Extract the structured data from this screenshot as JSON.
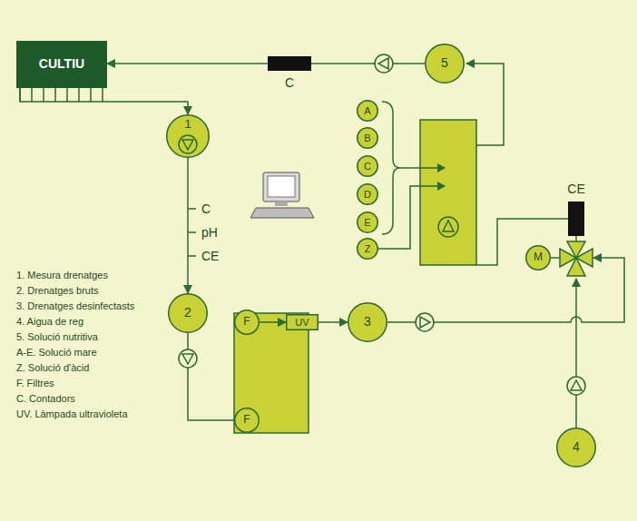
{
  "diagram": {
    "nodes": [
      {
        "text": [
          "CULTIU"
        ]
      },
      {
        "text": [
          "1"
        ]
      },
      {
        "text": [
          "2"
        ]
      },
      {
        "text": [
          "F"
        ]
      },
      {
        "text": [
          "F"
        ]
      },
      {
        "text": [
          "UV"
        ]
      },
      {
        "text": [
          "3"
        ]
      },
      {
        "text": [
          "4"
        ]
      },
      {
        "text": [
          "5"
        ]
      },
      {
        "text": [
          "M"
        ]
      },
      {
        "text": [
          "A"
        ]
      },
      {
        "text": [
          "B"
        ]
      },
      {
        "text": [
          "C"
        ]
      },
      {
        "text": [
          "D"
        ]
      },
      {
        "text": [
          "E"
        ]
      },
      {
        "text": [
          "Z"
        ]
      }
    ],
    "edges": [
      {
        "from": 0,
        "to": 1,
        "arrow": "to"
      },
      {
        "from": 1,
        "to": 2,
        "arrow": "to"
      },
      {
        "from": 2,
        "to": 4,
        "arrow": "none"
      },
      {
        "from": 3,
        "to": 5,
        "arrow": "to"
      },
      {
        "from": 5,
        "to": 6,
        "arrow": "to"
      },
      {
        "from": 8,
        "to": 0,
        "arrow": "to"
      }
    ],
    "labels": [
      "C",
      "CE",
      "C",
      "pH",
      "CE",
      "1. Mesura drenatges",
      "2. Drenatges bruts",
      "3. Drenatges desinfectasts",
      "4. Aigua de reg",
      "5. Solució nutritiva",
      "A-E. Solució mare",
      "Z. Solució d'àcid",
      "F. Filtres",
      "C. Contadors",
      "UV. Làmpada ultravioleta"
    ]
  }
}
